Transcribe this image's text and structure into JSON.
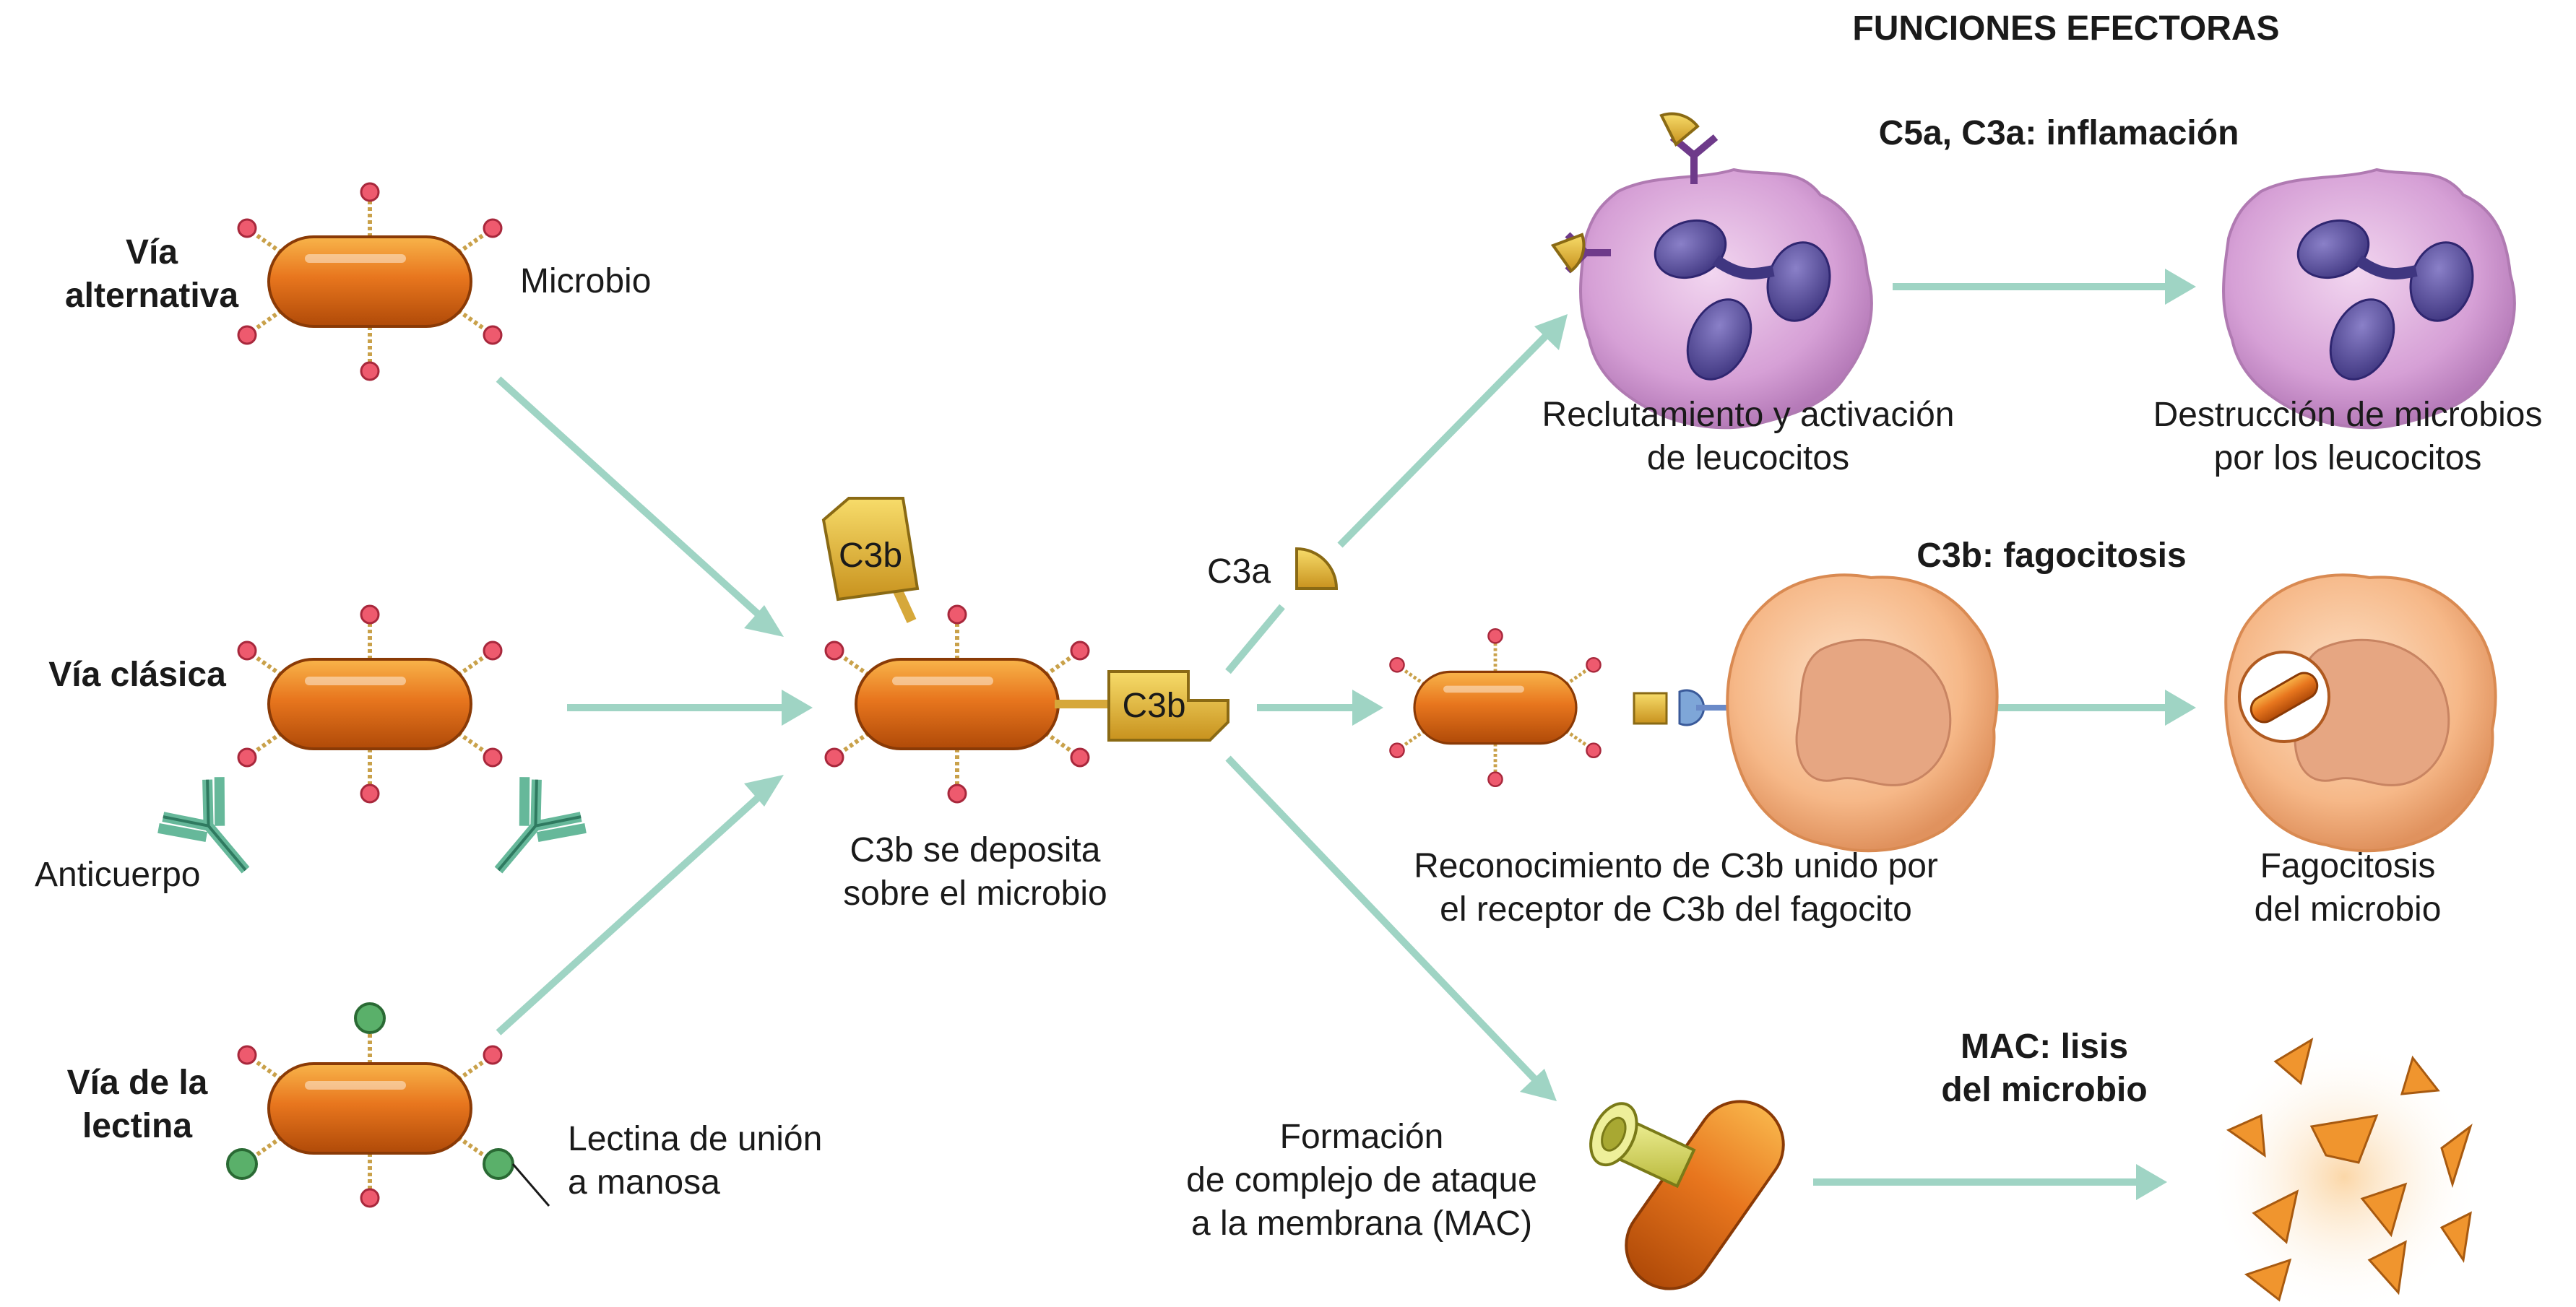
{
  "header": {
    "title": "FUNCIONES EFECTORAS"
  },
  "pathways": [
    {
      "line1": "Vía",
      "line2": "alternativa"
    },
    {
      "line1": "Vía clásica"
    },
    {
      "line1": "Vía de la",
      "line2": "lectina"
    }
  ],
  "labels": {
    "microbe": "Microbio",
    "antibody": "Anticuerpo",
    "mbl_line1": "Lectina de unión",
    "mbl_line2": "a manosa",
    "c3b_tag": "C3b",
    "c3a_tag": "C3a",
    "center_line1": "C3b se deposita",
    "center_line2": "sobre el microbio"
  },
  "effectors": {
    "inflammation": {
      "title": "C5a, C3a: inflamación",
      "left_line1": "Reclutamiento y activación",
      "left_line2": "de leucocitos",
      "right_line1": "Destrucción de microbios",
      "right_line2": "por los leucocitos"
    },
    "phagocytosis": {
      "title": "C3b: fagocitosis",
      "left_line1": "Reconocimiento de C3b unido por",
      "left_line2": "el receptor de C3b del fagocito",
      "right_line1": "Fagocitosis",
      "right_line2": "del microbio"
    },
    "mac": {
      "title_line1": "MAC: lisis",
      "title_line2": "del microbio",
      "left_line1": "Formación",
      "left_line2": "de complejo de ataque",
      "left_line3": "a la membrana (MAC)"
    }
  },
  "colors": {
    "microbe": "#e8761e",
    "arrow": "#9fd4c4",
    "c3": "#e6b634",
    "antibody": "#66b89a",
    "cell_purple": "#d9a6d8",
    "nucleus": "#5a4e9a",
    "phagocyte": "#f6b888",
    "receptor": "#6e3a8a",
    "mac": "#dfe06a"
  }
}
